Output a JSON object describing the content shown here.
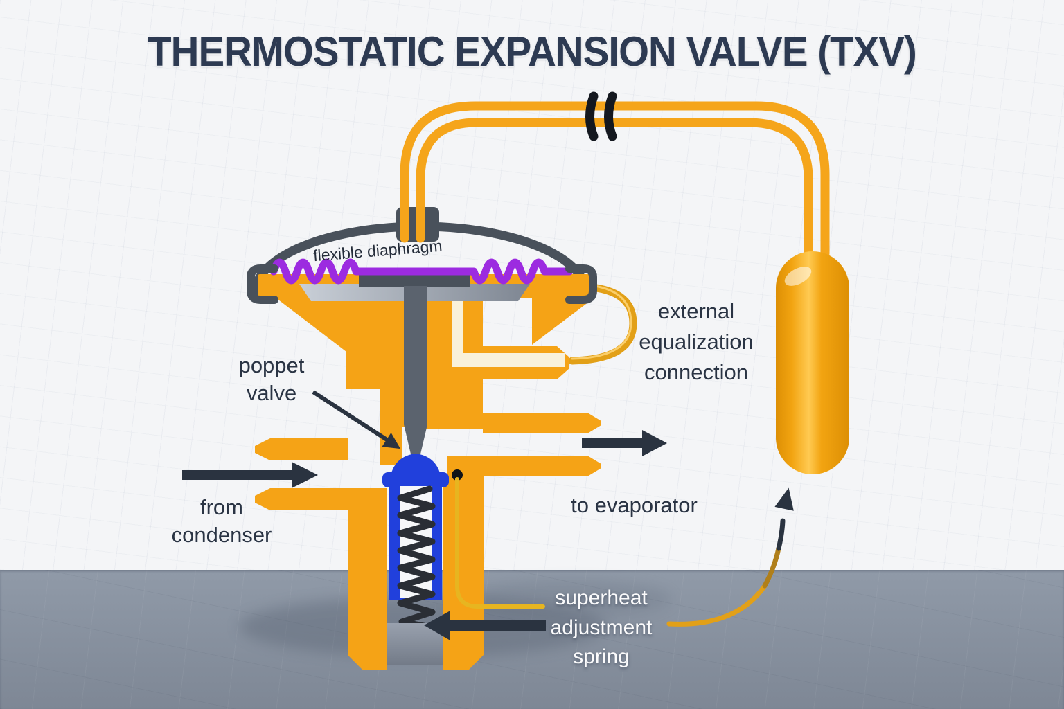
{
  "header": {
    "title": "THERMOSTATIC EXPANSION VALVE (TXV)"
  },
  "labels": {
    "flexible_diaphragm": "flexible diaphragm",
    "poppet_valve": [
      "poppet",
      "valve"
    ],
    "external_equalization": [
      "external",
      "equalization",
      "connection"
    ],
    "from_condenser": [
      "from",
      "condenser"
    ],
    "to_evaporator": "to evaporator",
    "superheat_spring": [
      "superheat",
      "adjustment",
      "spring"
    ]
  },
  "colors": {
    "wall": "#F4F5F7",
    "floor_top": "#909AA8",
    "floor_bottom": "#7E8795",
    "body_orange": "#F5A316",
    "tube_orange": "#F5A51B",
    "gold": "#E2A018",
    "leader_gold": "#E7B520",
    "purple": "#9C2BE0",
    "blue": "#2140DC",
    "cream": "#F9F1DA",
    "steel_dark": "#49515B",
    "steel_mid": "#5B636E",
    "spring_dark": "#2A2E35",
    "arrow_dark": "#2A3340",
    "navy_text": "#2A3444",
    "title_navy": "#2D3A52",
    "white_text": "#FBFBFC"
  }
}
